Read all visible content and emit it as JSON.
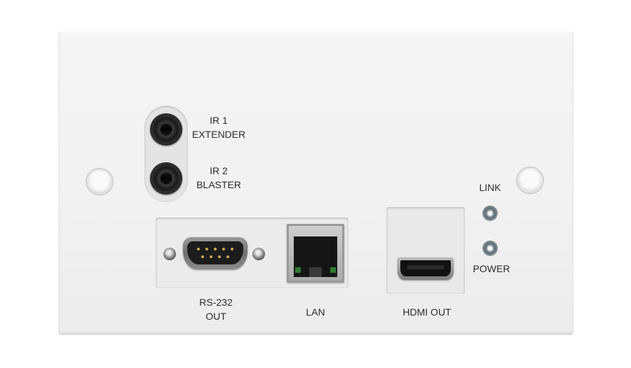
{
  "labels": {
    "ir1_line1": "IR 1",
    "ir1_line2": "EXTENDER",
    "ir2_line1": "IR 2",
    "ir2_line2": "BLASTER",
    "link": "LINK",
    "power": "POWER",
    "rs232_line1": "RS-232",
    "rs232_line2": "OUT",
    "lan": "LAN",
    "hdmi_out": "HDMI OUT"
  },
  "colors": {
    "plate": "#f2f2f2",
    "label_text": "#2b2b2b",
    "rj45_led": "#2f7a2f",
    "db9_pins": "#c8a84e"
  },
  "icons": {
    "ir_jack": "3.5mm-jack-icon",
    "serial_port": "db9-connector-icon",
    "network_port": "rj45-port-icon",
    "video_port": "hdmi-port-icon",
    "status_led": "led-indicator-icon",
    "mounting_hole": "screw-hole-icon"
  }
}
